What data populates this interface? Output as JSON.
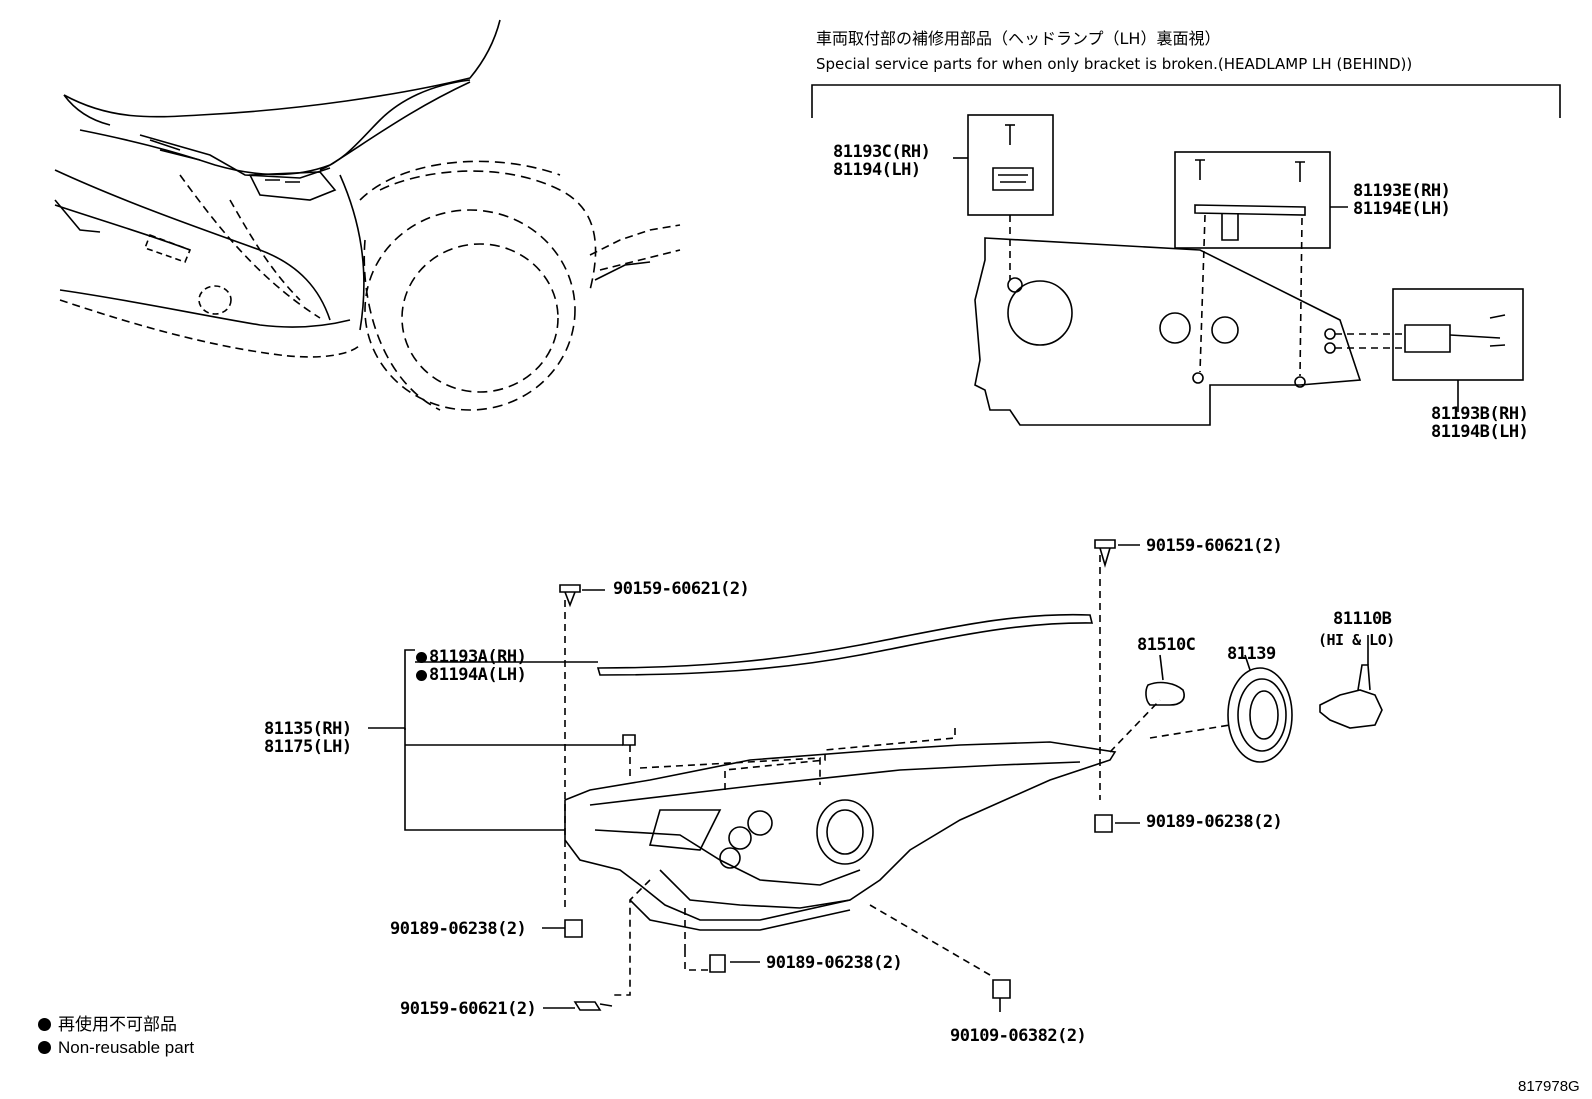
{
  "header": {
    "title_jp": "車両取付部の補修用部品（ヘッドランプ（LH）裏面視）",
    "title_en": "Special service parts for when only bracket is broken.(HEADLAMP LH (BEHIND))"
  },
  "bracket_parts": {
    "c_rh": "81193C(RH)",
    "c_lh": "81194(LH)",
    "e_rh": "81193E(RH)",
    "e_lh": "81194E(LH)",
    "b_rh": "81193B(RH)",
    "b_lh": "81194B(LH)"
  },
  "parts": {
    "a_rh": "81193A(RH)",
    "a_lh": "81194A(LH)",
    "assy_rh": "81135(RH)",
    "assy_lh": "81175(LH)",
    "screw_top_left": "90159-60621(2)",
    "screw_top_right": "90159-60621(2)",
    "bulb_small": "81510C",
    "cover": "81139",
    "bulb_main": "81110B",
    "bulb_main_note": "(HI & LO)",
    "nut_right": "90189-06238(2)",
    "nut_left": "90189-06238(2)",
    "nut_bottom": "90189-06238(2)",
    "screw_bottom_left": "90159-60621(2)",
    "bolt_bottom": "90109-06382(2)"
  },
  "legend": {
    "jp": "再使用不可部品",
    "en": "Non-reusable part"
  },
  "figure_code": "817978G"
}
